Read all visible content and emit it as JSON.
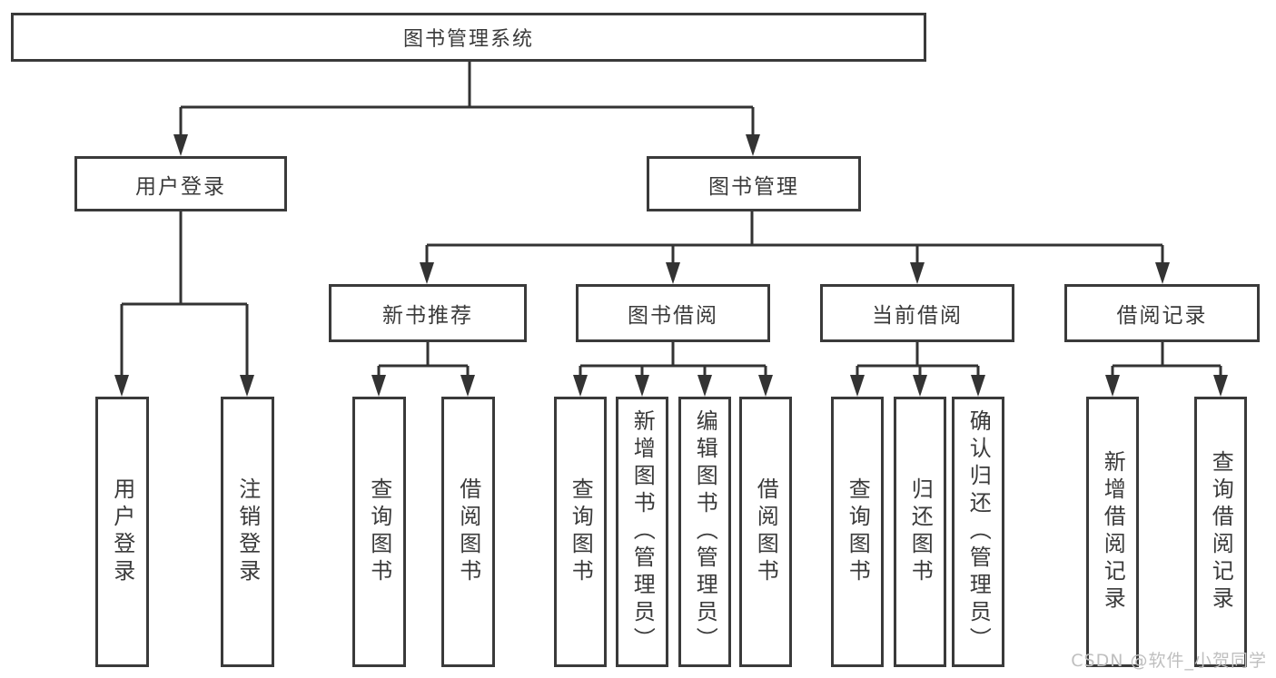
{
  "diagram": {
    "title": "图书管理系统",
    "nodes": {
      "root": "图书管理系统",
      "login_branch": "用户登录",
      "mgmt_branch": "图书管理",
      "sections": [
        "新书推荐",
        "图书借阅",
        "当前借阅",
        "借阅记录"
      ],
      "login_children": [
        "用户登录",
        "注销登录"
      ],
      "newbook_children": [
        "查询图书",
        "借阅图书"
      ],
      "borrow_children": [
        "查询图书",
        "新增图书（管理员）",
        "编辑图书（管理员）",
        "借阅图书"
      ],
      "current_children": [
        "查询图书",
        "归还图书",
        "确认归还（管理员）"
      ],
      "record_children": [
        "新增借阅记录",
        "查询借阅记录"
      ]
    },
    "colors": {
      "line": "#333333",
      "box_border": "#3a3a3a",
      "text": "#3a3a3a",
      "background": "#ffffff",
      "watermark": "#bfbfbf"
    }
  },
  "watermark": {
    "text": "CSDN @软件_小贺同学"
  }
}
